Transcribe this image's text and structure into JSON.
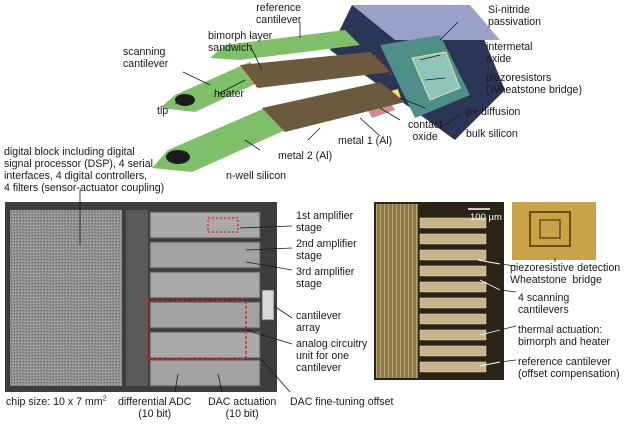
{
  "top_labels": {
    "reference_cantilever": "reference\ncantilever",
    "si_nitride": "Si-nitride\npassivation",
    "bimorph": "bimorph layer\nsandwich",
    "scanning_cantilever": "scanning\ncantilever",
    "heater": "heater",
    "tip": "tip",
    "intermetal_oxide": "intermetal\noxide",
    "piezoresistors": "piezoresistors\n(Wheatstone bridge)",
    "p_diffusion": "p+ diffusion",
    "contact_oxide": "contact\noxide",
    "metal1": "metal 1 (Al)",
    "metal2": "metal 2 (Al)",
    "bulk_silicon": "bulk silicon",
    "n_well": "n-well silicon"
  },
  "digital_block": "digital block including digital\nsignal processor (DSP), 4 serial\ninterfaces, 4 digital controllers,\n4 filters (sensor-actuator coupling)",
  "chip_labels": {
    "amp1": "1st amplifier\nstage",
    "amp2": "2nd amplifier\nstage",
    "amp3": "3rd amplifier\nstage",
    "array": "cantilever\narray",
    "analog": "analog circuitry\nunit for one\ncantilever",
    "chip_size": "chip size: 10 x 7 mm",
    "chip_size_sup": "2",
    "adc": "differential ADC\n(10 bit)",
    "dac": "DAC actuation\n(10 bit)",
    "dac_fine": "DAC fine-tuning offset"
  },
  "micro_labels": {
    "scale": "100 µm",
    "piezo_detect": "piezoresistive detection\nWheatstone  bridge",
    "four_cant": "4 scanning\ncantilevers",
    "thermal": "thermal actuation:\nbimorph and heater",
    "reference": "reference cantilever\n(offset compensation)"
  },
  "colors": {
    "cantilever_green": "#7fbf6a",
    "bimorph_brown": "#6b5a3e",
    "bulk_navy": "#2b3556",
    "nitride_lavender": "#9aa0c8",
    "chip_gray": "#9a9a9a",
    "micro_dark": "#2a2417",
    "gold": "#c9a24a",
    "dashed_red": "#e02020"
  }
}
